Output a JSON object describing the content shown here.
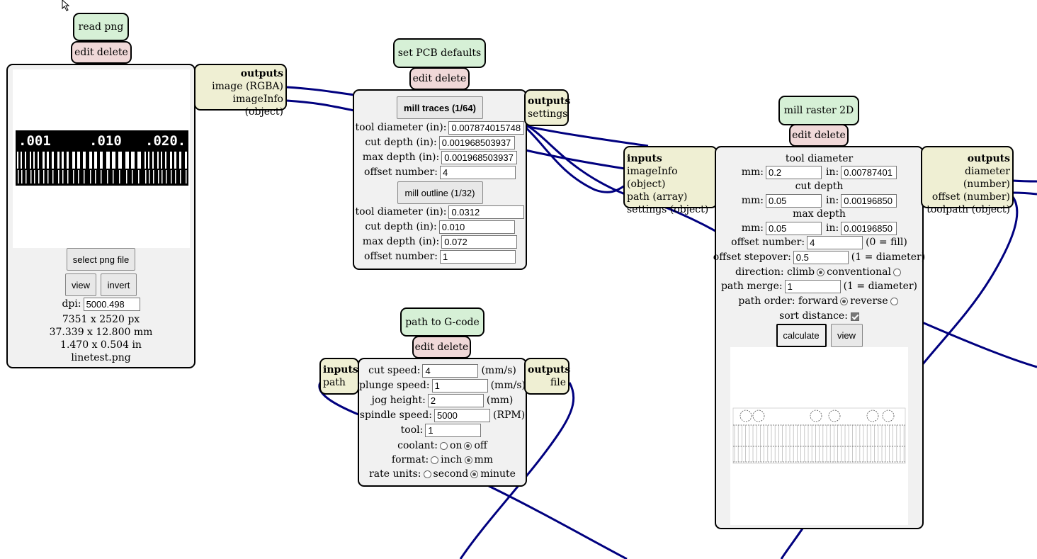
{
  "colors": {
    "wire": "#00007f",
    "title_bg": "#d6f0d6",
    "editdel_bg": "#f0d8d8",
    "panel_bg": "#f1f1f1",
    "port_bg": "#efefd3"
  },
  "read_png": {
    "title": "read png",
    "edit_delete": "edit delete",
    "outputs_header": "outputs",
    "outputs": [
      "image (RGBA)",
      "imageInfo (object)"
    ],
    "preview_labels": [
      ".001",
      ".010",
      ".020."
    ],
    "select_button": "select png file",
    "view_button": "view",
    "invert_button": "invert",
    "dpi_label": "dpi:",
    "dpi_value": "5000.498",
    "info": [
      "7351 x 2520 px",
      "37.339 x 12.800 mm",
      "1.470 x 0.504 in",
      "linetest.png"
    ]
  },
  "pcb_defaults": {
    "title": "set PCB defaults",
    "edit_delete": "edit delete",
    "outputs_header": "outputs",
    "outputs": [
      "settings"
    ],
    "mill_traces_button": "mill traces (1/64)",
    "traces_rows": [
      {
        "label": "tool diameter (in):",
        "value": "0.007874015748"
      },
      {
        "label": "cut depth (in):",
        "value": "0.001968503937"
      },
      {
        "label": "max depth (in):",
        "value": "0.001968503937"
      },
      {
        "label": "offset number:",
        "value": "4"
      }
    ],
    "mill_outline_button": "mill outline (1/32)",
    "outline_rows": [
      {
        "label": "tool diameter (in):",
        "value": "0.0312"
      },
      {
        "label": "cut depth (in):",
        "value": "0.010"
      },
      {
        "label": "max depth (in):",
        "value": "0.072"
      },
      {
        "label": "offset number:",
        "value": "1"
      }
    ]
  },
  "gcode": {
    "title": "path to G-code",
    "edit_delete": "edit delete",
    "inputs_header": "inputs",
    "inputs": [
      "path"
    ],
    "outputs_header": "outputs",
    "outputs": [
      "file"
    ],
    "rows": [
      {
        "label": "cut speed:",
        "value": "4",
        "unit": "(mm/s)"
      },
      {
        "label": "plunge speed:",
        "value": "1",
        "unit": "(mm/s)"
      },
      {
        "label": "jog height:",
        "value": "2",
        "unit": "(mm)"
      },
      {
        "label": "spindle speed:",
        "value": "5000",
        "unit": "(RPM)"
      },
      {
        "label": "tool:",
        "value": "1",
        "unit": ""
      }
    ],
    "coolant": {
      "label": "coolant:",
      "opt1": "on",
      "opt2": "off",
      "selected": "off"
    },
    "format": {
      "label": "format:",
      "opt1": "inch",
      "opt2": "mm",
      "selected": "mm"
    },
    "rate_units": {
      "label": "rate units:",
      "opt1": "second",
      "opt2": "minute",
      "selected": "minute"
    }
  },
  "raster": {
    "title": "mill raster 2D",
    "edit_delete": "edit delete",
    "inputs_header": "inputs",
    "inputs": [
      "imageInfo (object)",
      "path (array)",
      "settings (object)"
    ],
    "outputs_header": "outputs",
    "outputs": [
      "diameter (number)",
      "offset (number)",
      "toolpath (object)"
    ],
    "tool_diameter": {
      "header": "tool diameter",
      "mm_label": "mm:",
      "mm": "0.2",
      "in_label": "in:",
      "in": "0.00787401"
    },
    "cut_depth": {
      "header": "cut depth",
      "mm_label": "mm:",
      "mm": "0.05",
      "in_label": "in:",
      "in": "0.00196850"
    },
    "max_depth": {
      "header": "max depth",
      "mm_label": "mm:",
      "mm": "0.05",
      "in_label": "in:",
      "in": "0.00196850"
    },
    "offset_number": {
      "label": "offset number:",
      "value": "4",
      "note": "(0 = fill)"
    },
    "offset_stepover": {
      "label": "offset stepover:",
      "value": "0.5",
      "note": "(1 = diameter)"
    },
    "direction": {
      "label": "direction: climb",
      "opt2": "conventional",
      "selected": "climb"
    },
    "path_merge": {
      "label": "path merge:",
      "value": "1",
      "note": "(1 = diameter)"
    },
    "path_order": {
      "label": "path order: forward",
      "opt2": "reverse",
      "selected": "forward"
    },
    "sort_distance": {
      "label": "sort distance:",
      "checked": true
    },
    "calculate_button": "calculate",
    "view_button": "view"
  }
}
